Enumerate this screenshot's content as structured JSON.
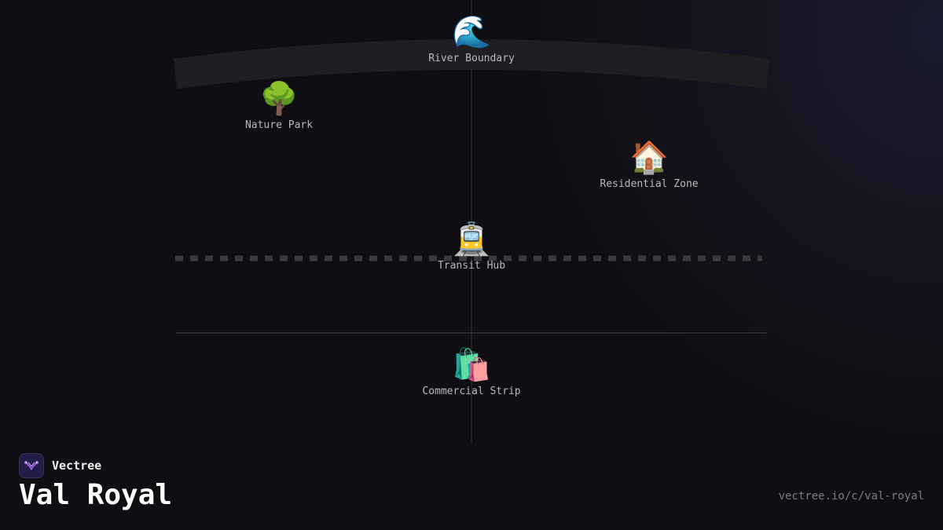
{
  "brand": {
    "name": "Vectree",
    "logo_icon": "vectree-logo-icon",
    "accent_color": "#a066ff"
  },
  "page": {
    "title": "Val Royal",
    "url": "vectree.io/c/val-royal"
  },
  "map": {
    "landmarks": {
      "river": {
        "icon": "🌊",
        "icon_name": "wave-icon",
        "label": "River Boundary"
      },
      "park": {
        "icon": "🌳",
        "icon_name": "tree-icon",
        "label": "Nature Park"
      },
      "residential": {
        "icon": "🏠",
        "icon_name": "house-icon",
        "label": "Residential Zone"
      },
      "transit": {
        "icon": "🚊",
        "icon_name": "tram-icon",
        "label": "Transit Hub"
      },
      "commercial": {
        "icon": "🛍️",
        "icon_name": "shopping-bags-icon",
        "label": "Commercial Strip"
      }
    },
    "colors": {
      "river_band": "#1f1f23",
      "rail_dash": "#3a3a3e",
      "road_line": "#2a2a2e"
    }
  }
}
